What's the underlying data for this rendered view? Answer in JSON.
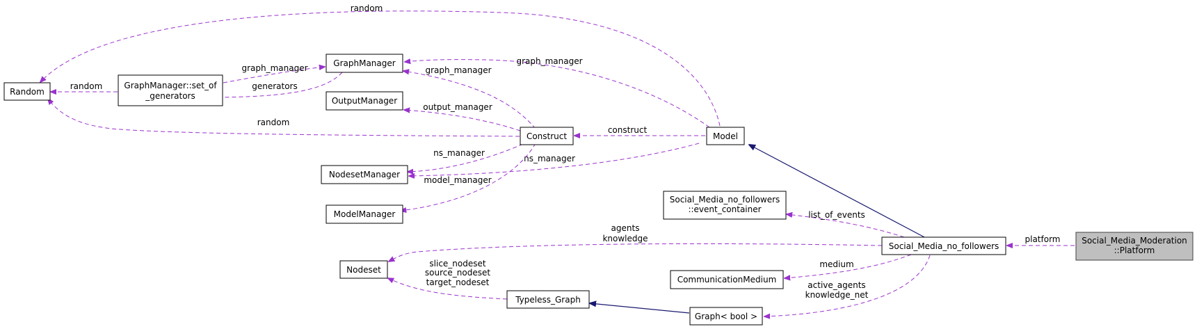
{
  "nodes": {
    "random": {
      "lines": [
        "Random"
      ]
    },
    "gm_set": {
      "lines": [
        "GraphManager::set_of",
        "_generators"
      ]
    },
    "graph_manager": {
      "lines": [
        "GraphManager"
      ]
    },
    "output_manager": {
      "lines": [
        "OutputManager"
      ]
    },
    "nodeset_manager": {
      "lines": [
        "NodesetManager"
      ]
    },
    "model_manager": {
      "lines": [
        "ModelManager"
      ]
    },
    "construct": {
      "lines": [
        "Construct"
      ]
    },
    "model": {
      "lines": [
        "Model"
      ]
    },
    "event_container": {
      "lines": [
        "Social_Media_no_followers",
        "::event_container"
      ]
    },
    "nodeset": {
      "lines": [
        "Nodeset"
      ]
    },
    "smnf": {
      "lines": [
        "Social_Media_no_followers"
      ]
    },
    "comm_medium": {
      "lines": [
        "CommunicationMedium"
      ]
    },
    "typeless_graph": {
      "lines": [
        "Typeless_Graph"
      ]
    },
    "graph_bool": {
      "lines": [
        "Graph< bool >"
      ]
    },
    "platform": {
      "lines": [
        "Social_Media_Moderation",
        "::Platform"
      ]
    }
  },
  "edges": {
    "model_random": {
      "lines": [
        "random"
      ]
    },
    "gmset_random": {
      "lines": [
        "random"
      ]
    },
    "construct_random": {
      "lines": [
        "random"
      ]
    },
    "gmset_graphmanager": {
      "lines": [
        "graph_manager"
      ]
    },
    "graphmanager_gmset": {
      "lines": [
        "generators"
      ]
    },
    "model_graphmanager": {
      "lines": [
        "graph_manager"
      ]
    },
    "construct_graphmanager": {
      "lines": [
        "graph_manager"
      ]
    },
    "construct_outputmanager": {
      "lines": [
        "output_manager"
      ]
    },
    "construct_nodesetmanager": {
      "lines": [
        "ns_manager"
      ]
    },
    "model_nodesetmanager": {
      "lines": [
        "ns_manager"
      ]
    },
    "construct_modelmanager": {
      "lines": [
        "model_manager"
      ]
    },
    "model_construct": {
      "lines": [
        "construct"
      ]
    },
    "smnf_eventcontainer": {
      "lines": [
        "list_of_events"
      ]
    },
    "smnf_nodeset": {
      "lines": [
        "agents",
        "knowledge"
      ]
    },
    "typeless_nodeset": {
      "lines": [
        "slice_nodeset",
        "source_nodeset",
        "target_nodeset"
      ]
    },
    "smnf_commmedium": {
      "lines": [
        "medium"
      ]
    },
    "smnf_graphbool": {
      "lines": [
        "active_agents",
        "knowledge_net"
      ]
    },
    "platform_smnf": {
      "lines": [
        "platform"
      ]
    }
  }
}
